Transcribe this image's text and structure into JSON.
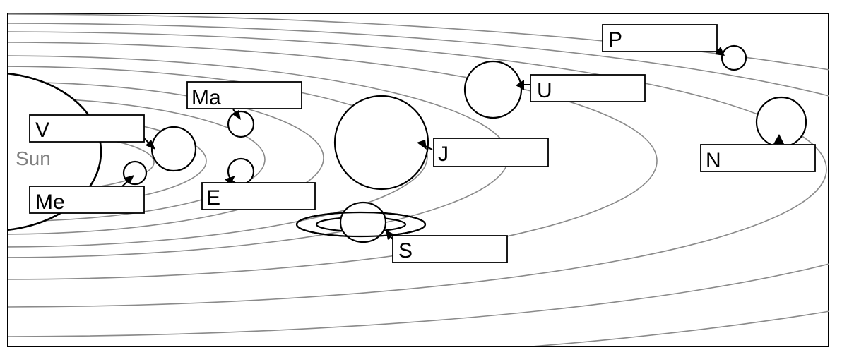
{
  "sun_label": "Sun",
  "labels": {
    "mercury": "Me",
    "venus": "V",
    "earth": "E",
    "mars": "Ma",
    "jupiter": "J",
    "saturn": "S",
    "uranus": "U",
    "neptune": "N",
    "pluto": "P"
  }
}
